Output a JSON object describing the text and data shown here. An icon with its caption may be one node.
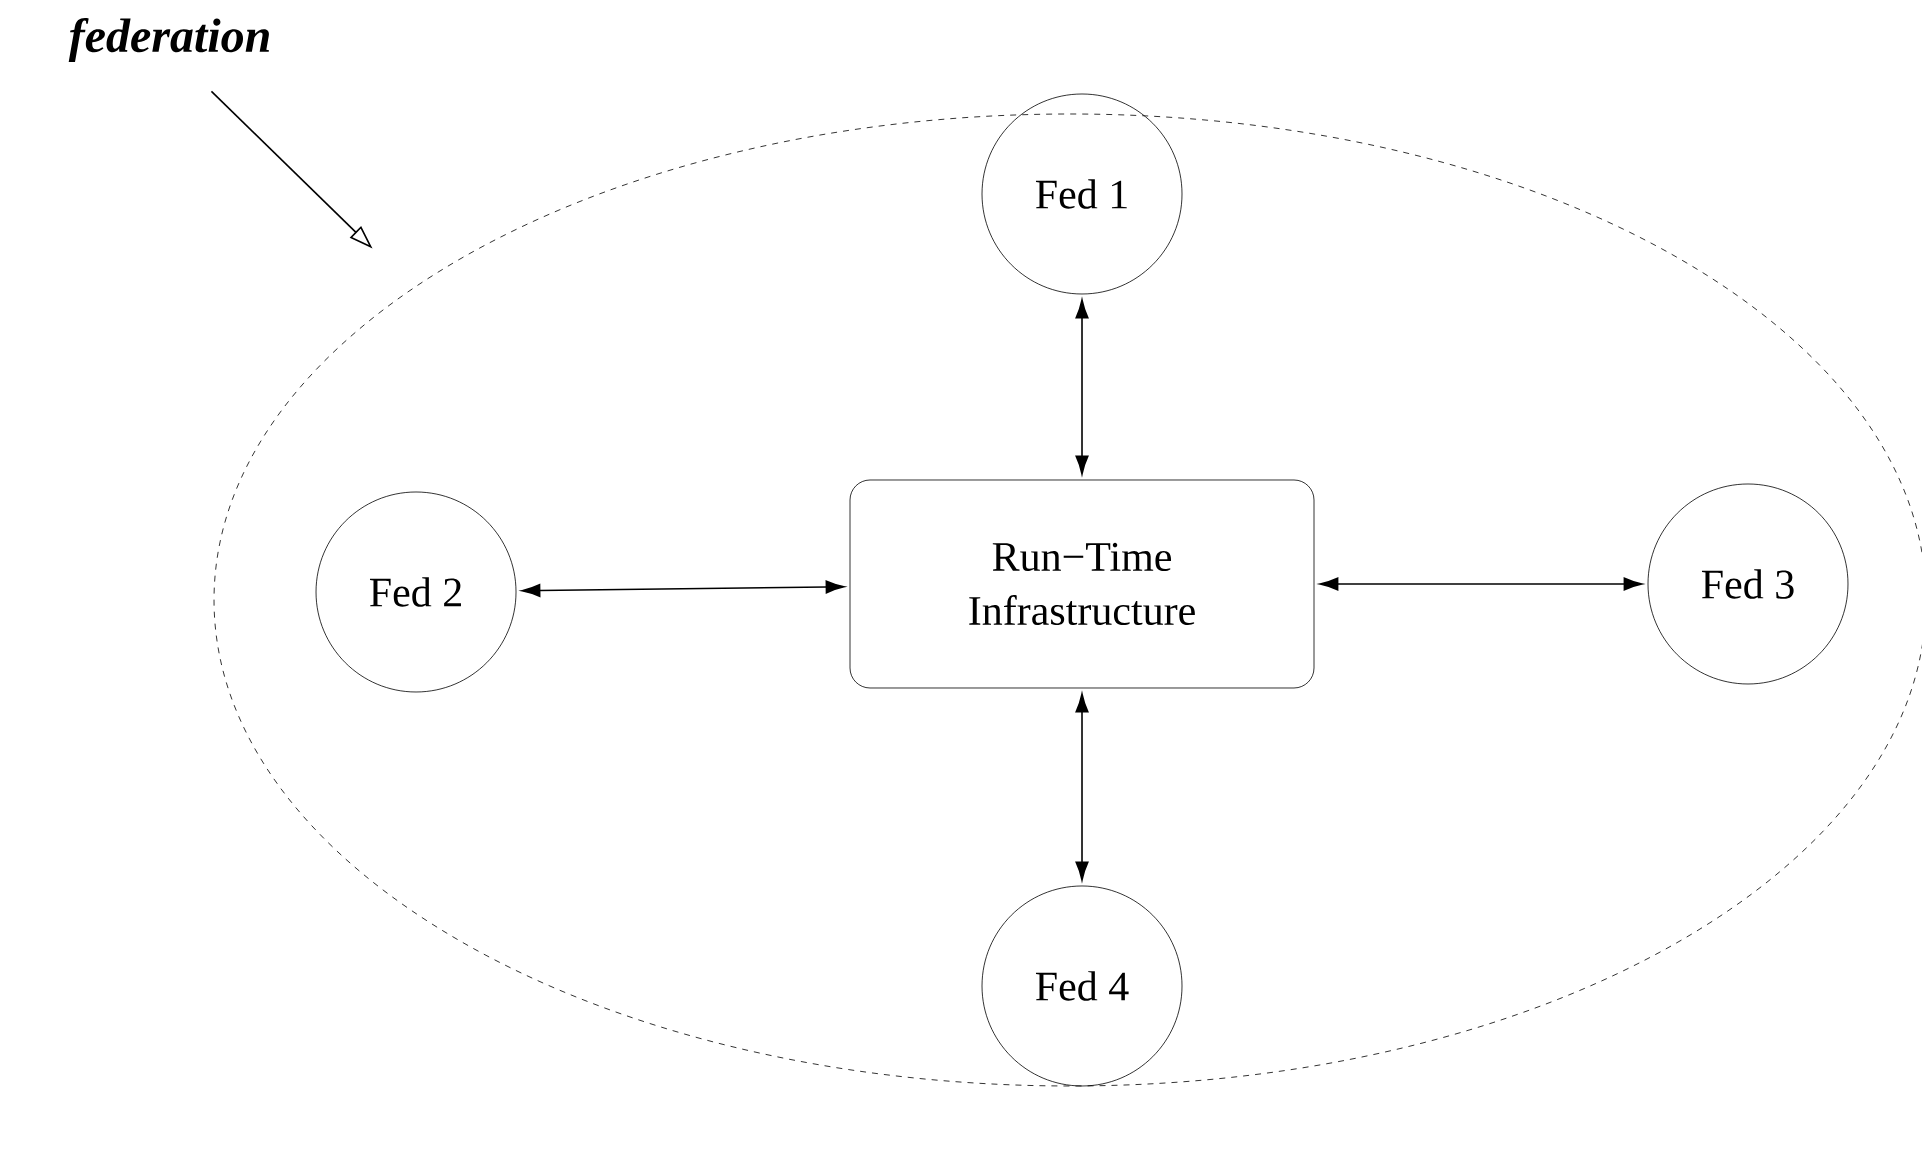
{
  "diagram": {
    "nodes": [
      {
        "text": [
          "federation"
        ]
      },
      {
        "text": [],
        "shape": "ellipse"
      },
      {
        "text": [
          "Fed 1"
        ],
        "in": 1
      },
      {
        "text": [
          "Fed 2"
        ],
        "in": 1
      },
      {
        "text": [
          "Run−Time Infrastructure"
        ],
        "in": 1
      },
      {
        "text": [
          "Fed 3"
        ],
        "in": 1
      },
      {
        "text": [
          "Fed 4"
        ],
        "in": 1
      }
    ],
    "edges": [
      {
        "from": 0,
        "to": 1,
        "arrow": "to"
      },
      {
        "from": 4,
        "to": 2,
        "arrow": "both"
      },
      {
        "from": 4,
        "to": 3,
        "arrow": "both"
      },
      {
        "from": 4,
        "to": 5,
        "arrow": "both"
      },
      {
        "from": 4,
        "to": 6,
        "arrow": "both"
      }
    ]
  }
}
